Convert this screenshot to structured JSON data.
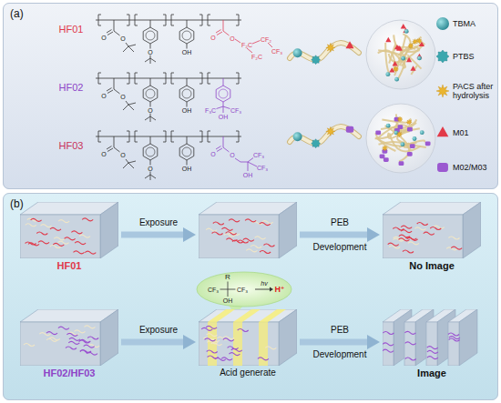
{
  "diagram": {
    "nodes": [
      {
        "text": [
          "(a)"
        ]
      },
      {
        "text": [
          "(b)"
        ]
      },
      {
        "text": [
          "HF01"
        ],
        "in": 1
      },
      {
        "text": [],
        "in": 1
      },
      {
        "text": [
          "No Image"
        ],
        "in": 1
      },
      {
        "text": [
          "HF02/HF03"
        ],
        "in": 1
      },
      {
        "text": [
          "Acid generate"
        ],
        "in": 1
      },
      {
        "text": [
          "Image"
        ],
        "in": 1
      }
    ],
    "edges": [
      {
        "from": 2,
        "to": 3,
        "arrow": "to",
        "label": "Exposure"
      },
      {
        "from": 3,
        "to": 4,
        "arrow": "to",
        "label": "PEB"
      },
      {
        "from": 5,
        "to": 6,
        "arrow": "to",
        "label": "Exposure"
      },
      {
        "from": 6,
        "to": 7,
        "arrow": "to",
        "label": "PEB"
      }
    ],
    "labels": [
      "HF01",
      "O",
      "O",
      "O",
      "OH",
      "O",
      "O",
      "F₂C",
      "CF₂",
      "F₂C",
      "CF₃",
      "HF02",
      "O",
      "O",
      "O",
      "OH",
      "F₃C",
      "CF₃",
      "OH",
      "HF03",
      "O",
      "O",
      "O",
      "OH",
      "O",
      "O",
      "CF₃",
      "OH",
      "CF₃",
      "Development",
      "Development",
      "R",
      "CF₃",
      "CF₃",
      "OH",
      "hv",
      "H⁺"
    ],
    "legend": [
      {
        "text": "TBMA"
      },
      {
        "text": "PTBS"
      },
      {
        "text": "PACS after hydrolysis"
      },
      {
        "text": "M01"
      },
      {
        "text": "M02/M03"
      }
    ]
  }
}
